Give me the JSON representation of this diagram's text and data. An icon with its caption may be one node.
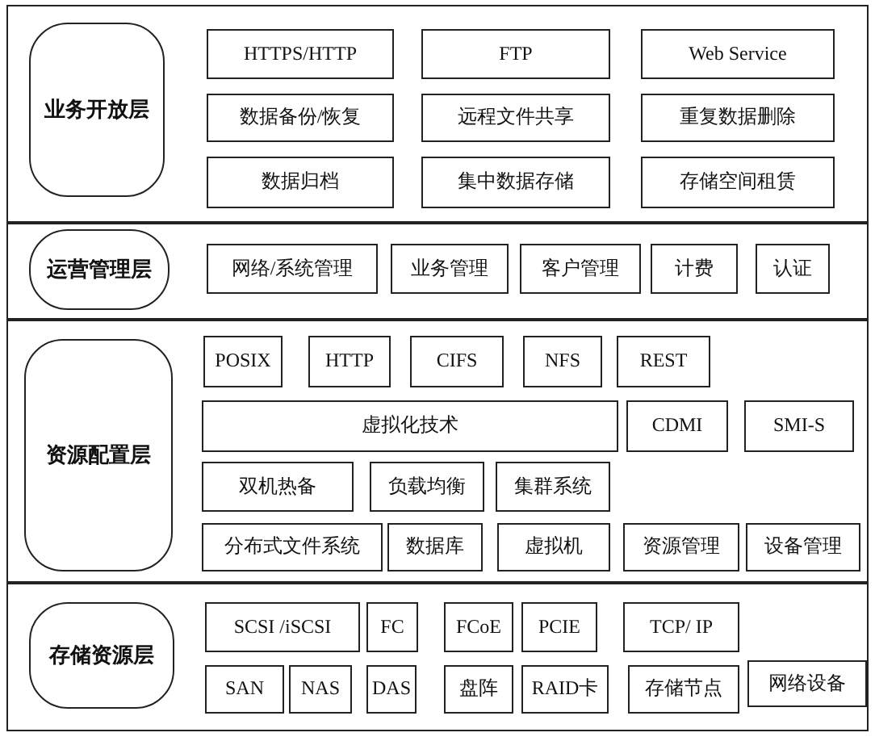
{
  "diagram": {
    "nodes": [
      {
        "text": [],
        "shape": "box"
      },
      {
        "text": [
          "业务开放层"
        ],
        "in": 0
      },
      {
        "text": [
          "HTTPS/HTTP"
        ],
        "in": 0
      },
      {
        "text": [
          "FTP"
        ],
        "in": 0
      },
      {
        "text": [
          "Web Service"
        ],
        "in": 0
      },
      {
        "text": [
          "数据备份/恢复"
        ],
        "in": 0
      },
      {
        "text": [
          "远程文件共享"
        ],
        "in": 0
      },
      {
        "text": [
          "重复数据删除"
        ],
        "in": 0
      },
      {
        "text": [
          "数据归档"
        ],
        "in": 0
      },
      {
        "text": [
          "集中数据存储"
        ],
        "in": 0
      },
      {
        "text": [
          "存储空间租赁"
        ],
        "in": 0
      },
      {
        "text": [],
        "shape": "box"
      },
      {
        "text": [
          "运营管理层"
        ],
        "in": 11
      },
      {
        "text": [
          "网络/系统管理"
        ],
        "in": 11
      },
      {
        "text": [
          "业务管理"
        ],
        "in": 11
      },
      {
        "text": [
          "客户管理"
        ],
        "in": 11
      },
      {
        "text": [
          "计费"
        ],
        "in": 11
      },
      {
        "text": [
          "认证"
        ],
        "in": 11
      },
      {
        "text": [],
        "shape": "box"
      },
      {
        "text": [
          "资源配置层"
        ],
        "in": 18
      },
      {
        "text": [
          "POSIX"
        ],
        "in": 18
      },
      {
        "text": [
          "HTTP"
        ],
        "in": 18
      },
      {
        "text": [
          "CIFS"
        ],
        "in": 18
      },
      {
        "text": [
          "NFS"
        ],
        "in": 18
      },
      {
        "text": [
          "REST"
        ],
        "in": 18
      },
      {
        "text": [
          "虚拟化技术"
        ],
        "in": 18
      },
      {
        "text": [
          "CDMI"
        ],
        "in": 18
      },
      {
        "text": [
          "SMI-S"
        ],
        "in": 18
      },
      {
        "text": [
          "双机热备"
        ],
        "in": 18
      },
      {
        "text": [
          "负载均衡"
        ],
        "in": 18
      },
      {
        "text": [
          "集群系统"
        ],
        "in": 18
      },
      {
        "text": [
          "分布式文件系统"
        ],
        "in": 18
      },
      {
        "text": [
          "数据库"
        ],
        "in": 18
      },
      {
        "text": [
          "虚拟机"
        ],
        "in": 18
      },
      {
        "text": [
          "资源管理"
        ],
        "in": 18
      },
      {
        "text": [
          "设备管理"
        ],
        "in": 18
      },
      {
        "text": [],
        "shape": "box"
      },
      {
        "text": [
          "存储资源层"
        ],
        "in": 36
      },
      {
        "text": [
          "SCSI /iSCSI"
        ],
        "in": 36
      },
      {
        "text": [
          "FC"
        ],
        "in": 36
      },
      {
        "text": [
          "FCoE"
        ],
        "in": 36
      },
      {
        "text": [
          "PCIE"
        ],
        "in": 36
      },
      {
        "text": [
          "TCP/ IP"
        ],
        "in": 36
      },
      {
        "text": [
          "SAN"
        ],
        "in": 36
      },
      {
        "text": [
          "NAS"
        ],
        "in": 36
      },
      {
        "text": [
          "DAS"
        ],
        "in": 36
      },
      {
        "text": [
          "盘阵"
        ],
        "in": 36
      },
      {
        "text": [
          "RAID卡"
        ],
        "in": 36
      },
      {
        "text": [
          "存储节点"
        ],
        "in": 36
      },
      {
        "text": [
          "网络设备"
        ],
        "in": 36
      }
    ]
  }
}
